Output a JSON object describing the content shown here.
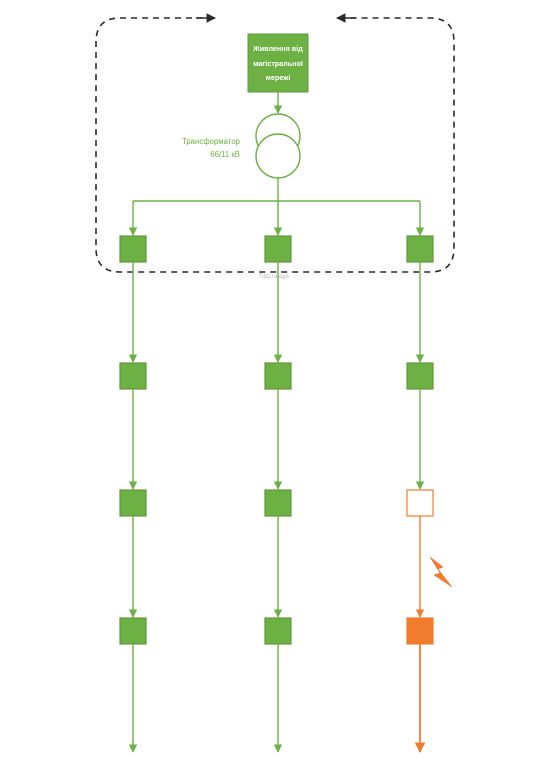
{
  "colors": {
    "green": "#6db043",
    "green_dark": "#5d9a38",
    "orange": "#ef7d2d",
    "dash": "#2b2b2b",
    "white": "#ffffff",
    "faint": "#b8b8b8"
  },
  "source_box": {
    "lines": [
      "Живлення від",
      "магістральної",
      "мережі"
    ]
  },
  "transformer": {
    "label_line1": "Трансформатор",
    "label_line2": "66/11 кВ"
  },
  "substation": {
    "label": "Підстанція"
  },
  "feeders": [
    {
      "name": "",
      "nodes": [
        "normal",
        "normal",
        "normal",
        "normal"
      ],
      "tail": "normal"
    },
    {
      "name": "",
      "nodes": [
        "normal",
        "normal",
        "normal",
        "normal"
      ],
      "tail": "normal"
    },
    {
      "name": "",
      "nodes": [
        "normal",
        "normal",
        "open",
        "fault"
      ],
      "tail": "fault"
    }
  ],
  "fault_icon": "lightning-bolt-icon"
}
